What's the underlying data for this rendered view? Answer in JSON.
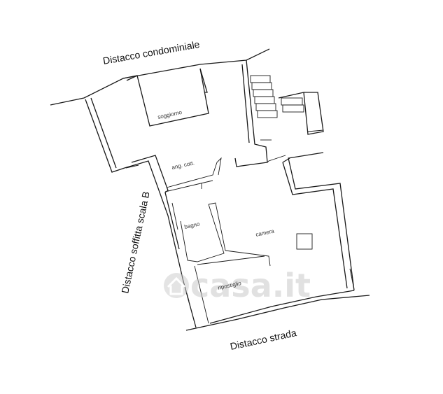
{
  "labels": {
    "distacco_condominiale": "Distacco condominiale",
    "distacco_soffitta": "Distacco soffitta scala B",
    "distacco_strada": "Distacco strada"
  },
  "rooms": {
    "soggiorno": "soggiorno",
    "angolo_cottura": "ang. cott.",
    "bagno": "bagno",
    "camera": "camera",
    "ripostiglio": "ripostiglio"
  },
  "watermark": {
    "icon": "house-icon",
    "text": "casa.it"
  },
  "colors": {
    "wall": "#1a1a1a",
    "watermark": "#c9c9c9"
  }
}
